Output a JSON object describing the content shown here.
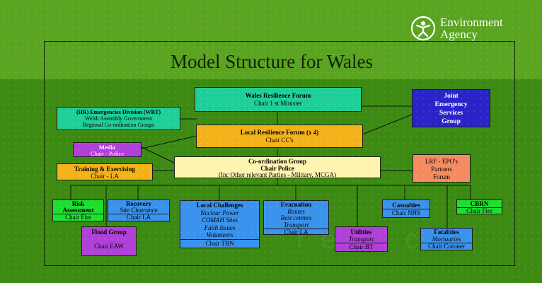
{
  "logo": {
    "line1": "Environment",
    "line2": "Agency"
  },
  "title": "Model Structure for Wales",
  "watermark": "ee ree ce",
  "colors": {
    "teal": "#1fcf9a",
    "orange": "#f4b21a",
    "magenta": "#b040d8",
    "blue": "#3a92ec",
    "navy": "#2a23c8",
    "yellow": "#fff3b0",
    "salmon": "#f58b60",
    "green": "#1ce030",
    "gray": "#dcdcdc"
  },
  "nodes": {
    "wrf": {
      "title": "Wales Resilience Forum",
      "sub": "Chair 1 st Minister"
    },
    "hr": {
      "title": "(HR) Emergencies Division (WRT)",
      "sub1": "Welsh Assembly Government",
      "sub2": "Regional Co-ordination Groups"
    },
    "jesg": {
      "line1": "Joint",
      "line2": "Emergency",
      "line3": "Services",
      "line4": "Group"
    },
    "lrf": {
      "title": "Local Resilience Forum (x 4)",
      "sub": "Chair CC's"
    },
    "media": {
      "title": "Media",
      "sub": "Chair - Police"
    },
    "coord": {
      "title": "Co-ordination Group",
      "line2": "Chair Police",
      "line3": "(Inc Other relevant Parties - Military, MCGA)"
    },
    "training": {
      "title": "Training & Exercising",
      "sub": "Chair - LA"
    },
    "lrfepo": {
      "line1": "LRF - EPO's",
      "line2": "Partners",
      "line3": "Forum"
    },
    "risk": {
      "line1": "Risk",
      "line2": "Assessment",
      "sub": "Chair Fire"
    },
    "recovery": {
      "title": "Recovery",
      "sub1": "Site Clearance",
      "sub2": "Chair LA"
    },
    "local": {
      "title": "Local Challenges",
      "i1": "Nuclear Power",
      "i2": "COMAH Sites",
      "i3": "Faith Issues",
      "i4": "Volunteers",
      "sub": "Chair TBN"
    },
    "evac": {
      "title": "Evacuation",
      "i1": "Routes",
      "i2": "Rest centres",
      "i3": "Transport",
      "sub": "Chair LA"
    },
    "casualties": {
      "title": "Casualties",
      "sub": "Chair NHS"
    },
    "cbrn": {
      "title": "CBRN",
      "sub": "Chair Fire"
    },
    "flood": {
      "title": "Flood Group",
      "sub": "Chair EAW"
    },
    "utilities": {
      "title": "Utilities",
      "i1": "Transport",
      "sub": "Chair BT"
    },
    "fatalities": {
      "title": "Fatalities",
      "i1": "Mortuaries",
      "sub": "Chair Coroner"
    }
  }
}
